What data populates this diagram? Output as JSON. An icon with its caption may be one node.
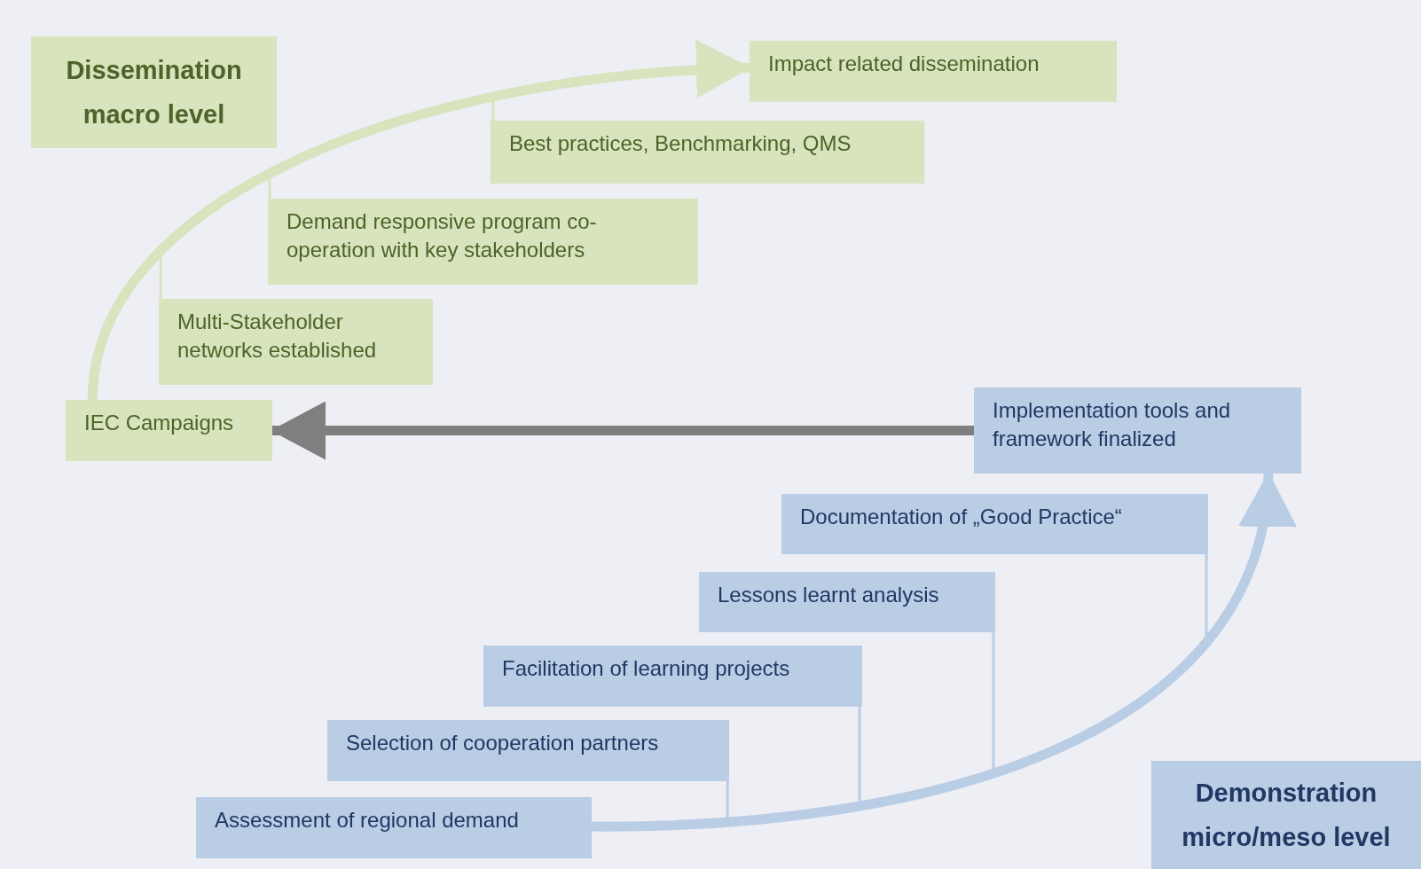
{
  "diagram": {
    "nodes": [
      {
        "text": [
          "Dissemination macro level"
        ]
      },
      {
        "text": [
          "Impact related dissemination"
        ]
      },
      {
        "text": [
          "Best practices, Benchmarking, QMS"
        ]
      },
      {
        "text": [
          "Demand responsive program co-operation with key stakeholders"
        ]
      },
      {
        "text": [
          "Multi-Stakeholder networks established"
        ]
      },
      {
        "text": [
          "IEC Campaigns"
        ]
      },
      {
        "text": [
          "Implementation tools and framework finalized"
        ]
      },
      {
        "text": [
          "Documentation of „Good Practice“"
        ]
      },
      {
        "text": [
          "Lessons learnt analysis"
        ]
      },
      {
        "text": [
          "Facilitation of learning projects"
        ]
      },
      {
        "text": [
          "Selection of cooperation partners"
        ]
      },
      {
        "text": [
          "Assessment of regional demand"
        ]
      },
      {
        "text": [
          "Demonstration micro/meso level"
        ]
      }
    ],
    "edges": [
      {
        "from": 5,
        "to": 1,
        "arrow": "to",
        "style": "thick",
        "color": "#d7e4bd"
      },
      {
        "from": 4,
        "to": null,
        "arrow": "none",
        "color": "#d7e4bd"
      },
      {
        "from": 3,
        "to": null,
        "arrow": "none",
        "color": "#d7e4bd"
      },
      {
        "from": 2,
        "to": null,
        "arrow": "none",
        "color": "#d7e4bd"
      },
      {
        "from": 6,
        "to": 5,
        "arrow": "to",
        "style": "thick",
        "color": "#7f7f7f"
      },
      {
        "from": 11,
        "to": 6,
        "arrow": "to",
        "style": "thick",
        "color": "#b9cde5"
      },
      {
        "from": 10,
        "to": null,
        "arrow": "none",
        "color": "#b9cde5"
      },
      {
        "from": 9,
        "to": null,
        "arrow": "none",
        "color": "#b9cde5"
      },
      {
        "from": 8,
        "to": null,
        "arrow": "none",
        "color": "#b9cde5"
      },
      {
        "from": 7,
        "to": null,
        "arrow": "none",
        "color": "#b9cde5"
      }
    ]
  }
}
